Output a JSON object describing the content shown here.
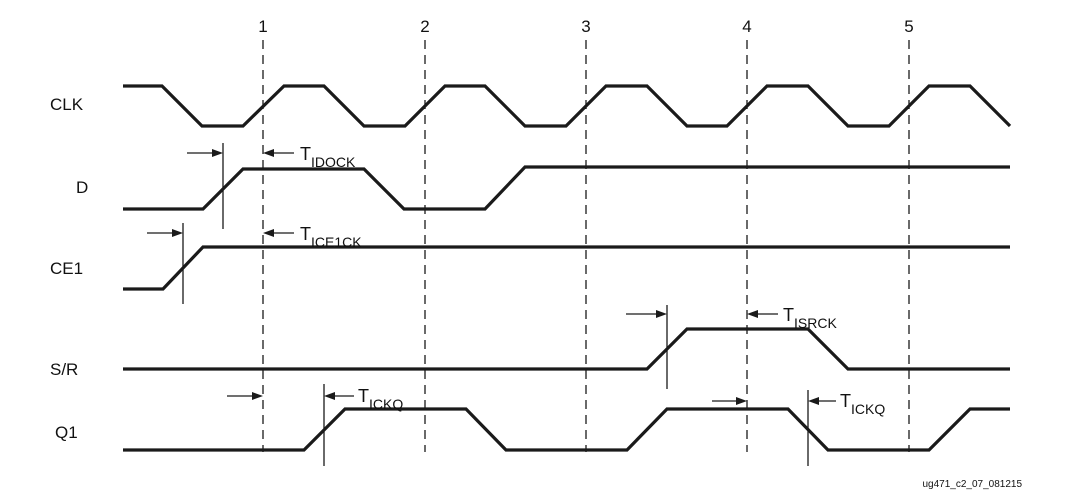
{
  "signals": {
    "clk": "CLK",
    "d": "D",
    "ce1": "CE1",
    "sr": "S/R",
    "q1": "Q1"
  },
  "clock_edges": [
    "1",
    "2",
    "3",
    "4",
    "5"
  ],
  "timing_labels": {
    "tidock": {
      "main": "T",
      "sub": "IDOCK"
    },
    "tice1ck": {
      "main": "T",
      "sub": "ICE1CK"
    },
    "tisrck": {
      "main": "T",
      "sub": "ISRCK"
    },
    "tickq_1": {
      "main": "T",
      "sub": "ICKQ"
    },
    "tickq_2": {
      "main": "T",
      "sub": "ICKQ"
    }
  },
  "figure_id": "ug471_c2_07_081215"
}
